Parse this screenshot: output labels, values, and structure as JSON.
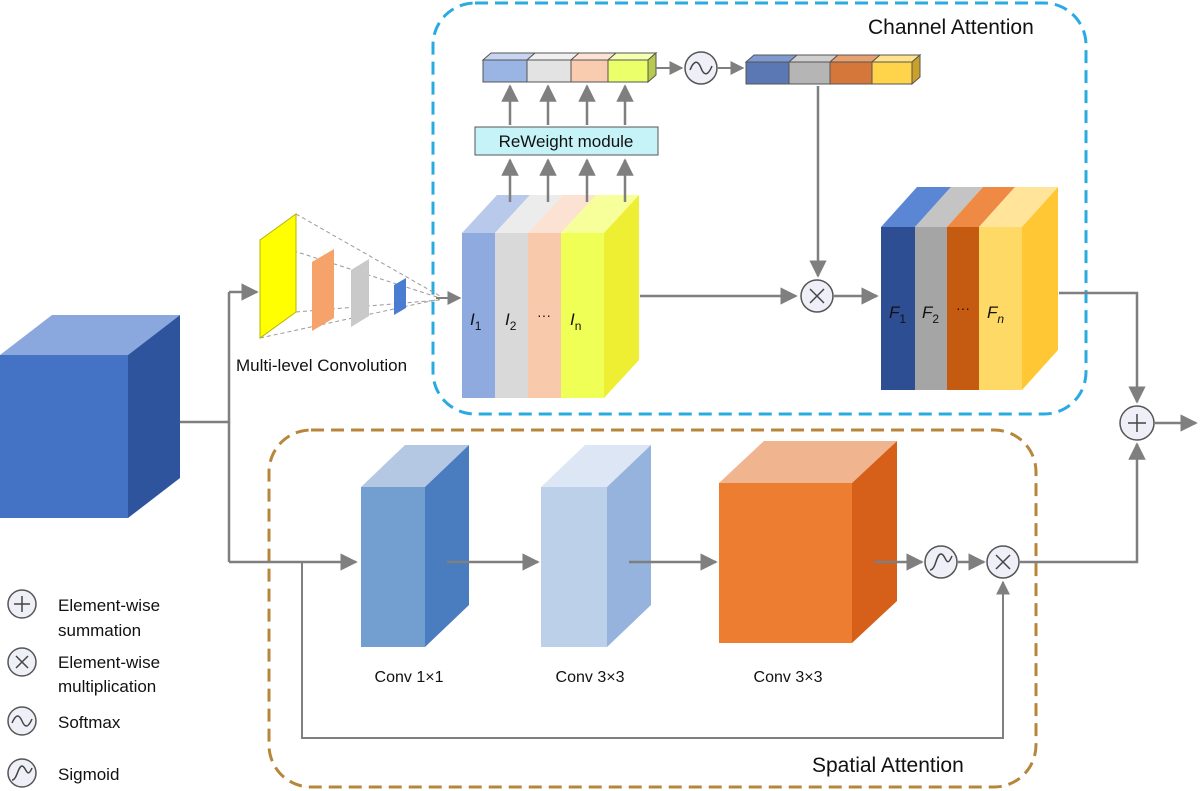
{
  "regions": {
    "channel_title": "Channel Attention",
    "spatial_title": "Spatial Attention"
  },
  "labels": {
    "multi_level": "Multi-level Convolution",
    "reweight": "ReWeight module",
    "conv1": "Conv 1×1",
    "conv2": "Conv 3×3",
    "conv3": "Conv 3×3"
  },
  "feature_in": {
    "l1": "I",
    "l1_sub": "1",
    "l2": "I",
    "l2_sub": "2",
    "dots": "···",
    "ln": "I",
    "ln_sub": "n"
  },
  "feature_out": {
    "f1": "F",
    "f1_sub": "1",
    "f2": "F",
    "f2_sub": "2",
    "dots": "···",
    "fn": "F",
    "fn_sub": "n"
  },
  "legend": {
    "sum_line1": "Element-wise",
    "sum_line2": "summation",
    "mul_line1": "Element-wise",
    "mul_line2": "multiplication",
    "softmax": "Softmax",
    "sigmoid": "Sigmoid"
  },
  "colors": {
    "channel_border": "#29abe2",
    "spatial_border": "#b8863b",
    "reweight_fill": "#c6f3f7",
    "input_cube": "#4472c4",
    "arrow": "#7f7f7f"
  }
}
